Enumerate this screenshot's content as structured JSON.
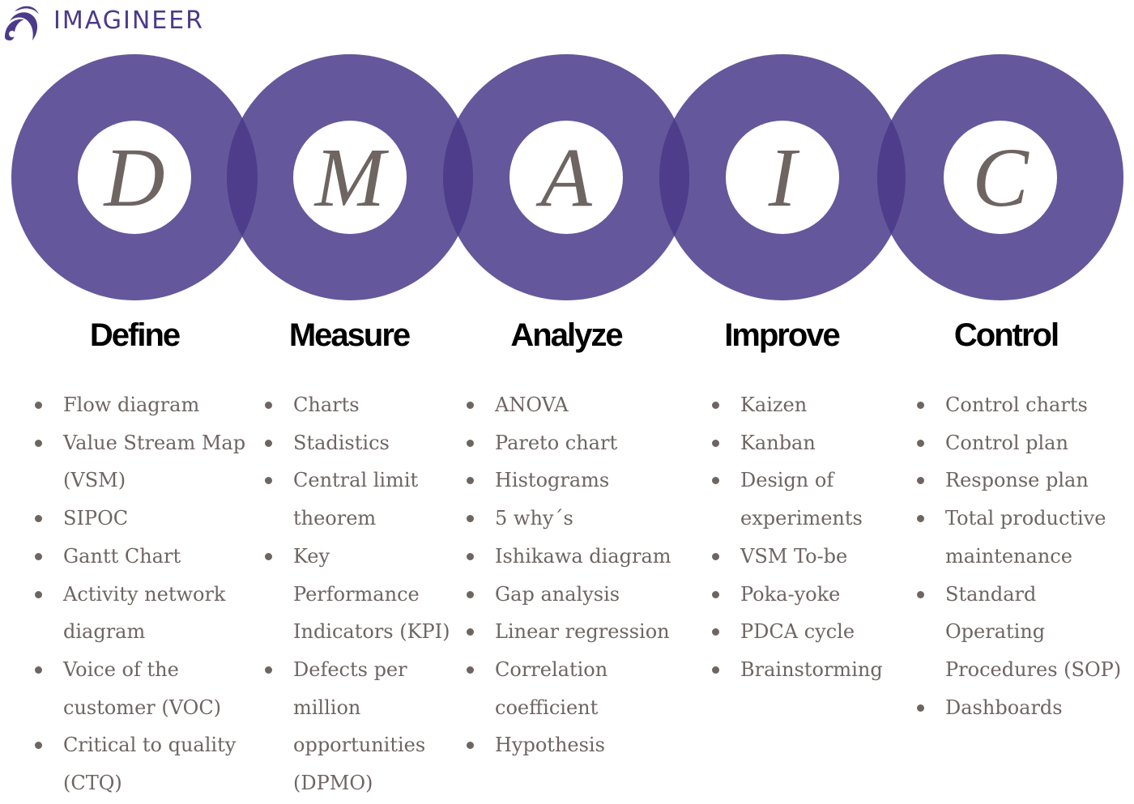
{
  "brand": {
    "name": "IMAGINEER",
    "logo_icon": "imagineer-swirl-icon",
    "color": "#4b3a8a"
  },
  "colors": {
    "ring": "#625495",
    "ring_overlap": "#433383",
    "text": "#6e6563",
    "heading": "#000000"
  },
  "phases": [
    {
      "letter": "D",
      "title": "Define",
      "items": [
        [
          "Flow diagram"
        ],
        [
          "Value Stream Map",
          "(VSM)"
        ],
        [
          "SIPOC"
        ],
        [
          "Gantt Chart"
        ],
        [
          "Activity network",
          "diagram"
        ],
        [
          "Voice of the",
          "customer (VOC)"
        ],
        [
          "Critical to quality",
          "(CTQ)"
        ]
      ]
    },
    {
      "letter": "M",
      "title": "Measure",
      "items": [
        [
          "Charts"
        ],
        [
          "Stadistics"
        ],
        [
          "Central limit",
          "theorem"
        ],
        [
          "Key",
          "Performance",
          "Indicators (KPI)"
        ],
        [
          "Defects per",
          "million",
          "opportunities",
          "(DPMO)"
        ]
      ]
    },
    {
      "letter": "A",
      "title": "Analyze",
      "items": [
        [
          "ANOVA"
        ],
        [
          "Pareto chart"
        ],
        [
          "Histograms"
        ],
        [
          "5 why´s"
        ],
        [
          "Ishikawa diagram"
        ],
        [
          "Gap analysis"
        ],
        [
          "Linear regression"
        ],
        [
          "Correlation",
          "coefficient"
        ],
        [
          "Hypothesis"
        ]
      ]
    },
    {
      "letter": "I",
      "title": "Improve",
      "items": [
        [
          "Kaizen"
        ],
        [
          "Kanban"
        ],
        [
          "Design of",
          "experiments"
        ],
        [
          "VSM To-be"
        ],
        [
          "Poka-yoke"
        ],
        [
          "PDCA cycle"
        ],
        [
          "Brainstorming"
        ]
      ]
    },
    {
      "letter": "C",
      "title": "Control",
      "items": [
        [
          "Control charts"
        ],
        [
          "Control plan"
        ],
        [
          "Response plan"
        ],
        [
          "Total productive",
          "maintenance"
        ],
        [
          "Standard",
          "Operating",
          "Procedures (SOP)"
        ],
        [
          "Dashboards"
        ]
      ]
    }
  ]
}
